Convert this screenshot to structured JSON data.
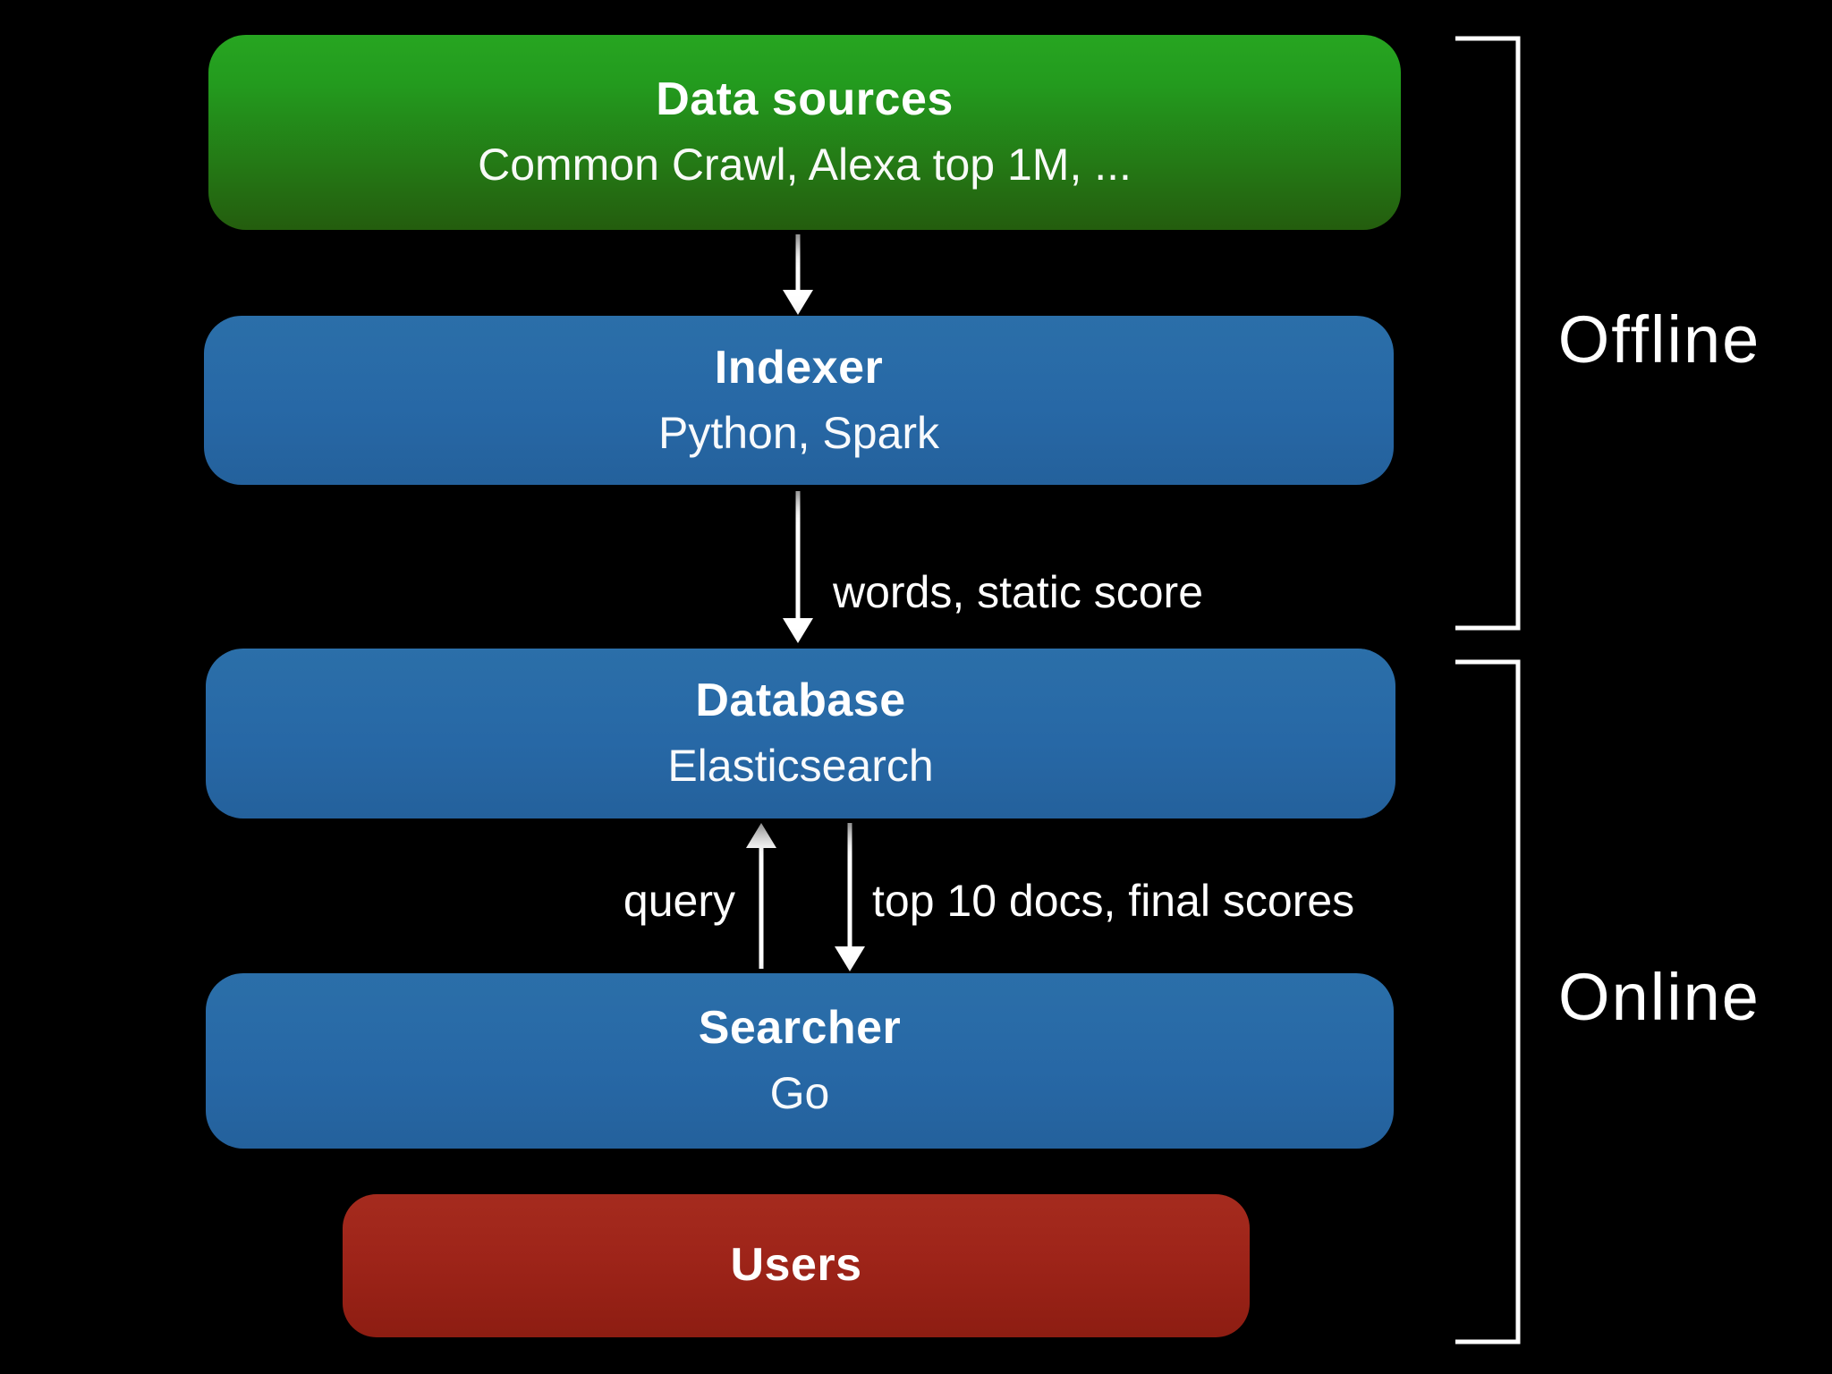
{
  "nodes": {
    "data_sources": {
      "title": "Data sources",
      "subtitle": "Common Crawl, Alexa top 1M, ..."
    },
    "indexer": {
      "title": "Indexer",
      "subtitle": "Python, Spark"
    },
    "database": {
      "title": "Database",
      "subtitle": "Elasticsearch"
    },
    "searcher": {
      "title": "Searcher",
      "subtitle": "Go"
    },
    "users": {
      "title": "Users"
    }
  },
  "edges": [
    {
      "from": "data_sources",
      "to": "indexer",
      "label": ""
    },
    {
      "from": "indexer",
      "to": "database",
      "label": "words, static score"
    },
    {
      "from": "searcher",
      "to": "database",
      "label": "query"
    },
    {
      "from": "database",
      "to": "searcher",
      "label": "top 10 docs, final scores"
    }
  ],
  "edge_labels": {
    "indexer_to_database": "words, static score",
    "searcher_to_database": "query",
    "database_to_searcher": "top 10 docs, final scores"
  },
  "groups": {
    "offline": "Offline",
    "online": "Online"
  },
  "colors": {
    "background": "#000000",
    "node_blue": "#2768a6",
    "node_green_top": "#27a521",
    "node_green_bottom": "#245d0e",
    "node_red": "#9e2419",
    "text": "#ffffff",
    "connector": "#ffffff"
  }
}
